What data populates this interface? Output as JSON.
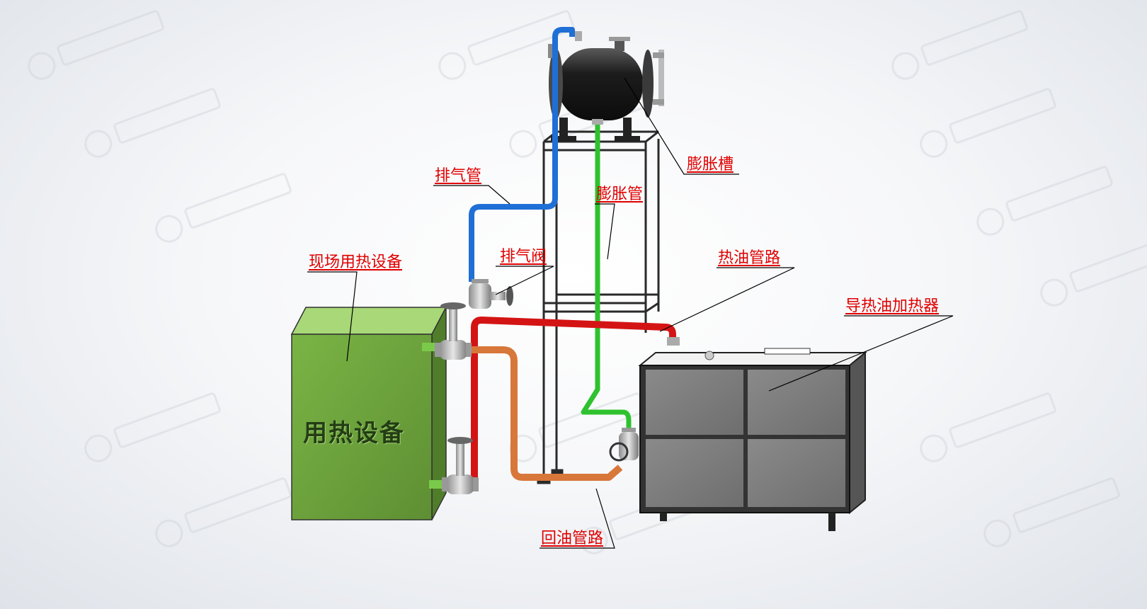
{
  "labels": {
    "expansion_tank": "膨胀槽",
    "exhaust_pipe": "排气管",
    "expansion_pipe": "膨胀管",
    "exhaust_valve": "排气阀",
    "onsite_heat_equipment": "现场用热设备",
    "hot_oil_pipeline": "热油管路",
    "oil_heater": "导热油加热器",
    "return_oil_pipeline": "回油管路"
  },
  "equipment_text": "用热设备",
  "colors": {
    "annotation": "#e00000",
    "exhaust_pipe": "#1f6fd6",
    "expansion_pipe": "#2ec22e",
    "hot_oil_pipe": "#d41414",
    "return_oil_pipe": "#d8773a",
    "heat_equipment": "#6a9a3c",
    "heater_panel": "#7f7f7f"
  },
  "icons": {
    "valve": "gate-valve-icon",
    "watermark": "brand-logo-watermark"
  }
}
